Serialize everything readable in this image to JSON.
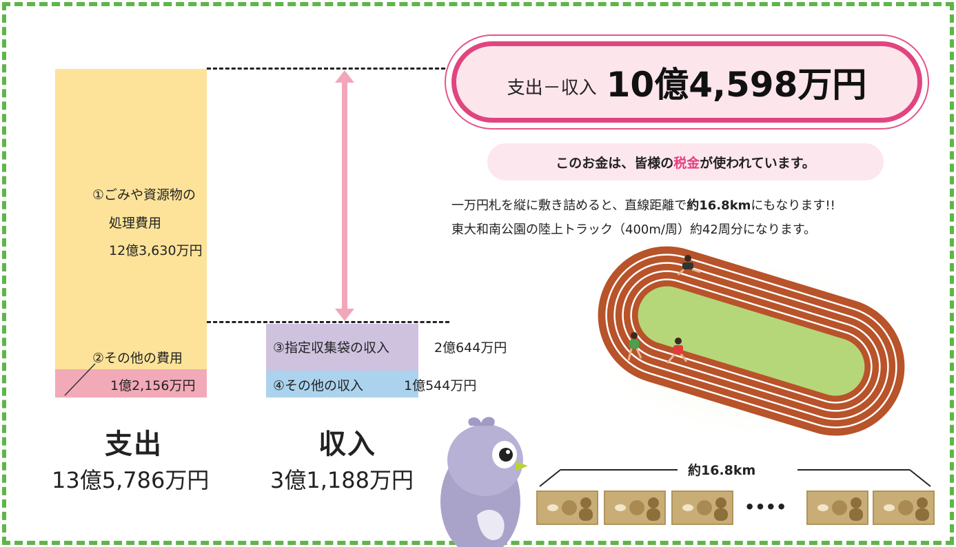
{
  "headline": {
    "prefix": "支出－収入",
    "amount": "10億4,598万円"
  },
  "tax_note": {
    "before": "このお金は、皆様の",
    "highlight": "税金",
    "after": "が使われています。"
  },
  "description": {
    "line1_prefix": "一万円札を縦に敷き詰めると、直線距離で",
    "line1_strong": "約16.8km",
    "line1_suffix": "にもなります!!",
    "line2": "東大和南公園の陸上トラック（400m/周）約42周分になります。"
  },
  "expenditure": {
    "label": "支出",
    "total": "13億5,786万円",
    "items": [
      {
        "label_line1": "①ごみや資源物の",
        "label_line2": "処理費用",
        "amount": "12億3,630万円",
        "value_man_yen": 123630
      },
      {
        "label_line1": "②その他の費用",
        "amount": "1億2,156万円",
        "value_man_yen": 12156
      }
    ]
  },
  "revenue": {
    "label": "収入",
    "total": "3億1,188万円",
    "items": [
      {
        "label": "③指定収集袋の収入",
        "amount": "2億644万円",
        "value_man_yen": 20644
      },
      {
        "label": "④その他の収入",
        "amount": "1億544万円",
        "value_man_yen": 10544
      }
    ]
  },
  "distance": {
    "label": "約16.8km",
    "dots": "••••"
  },
  "colors": {
    "frame": "#5fb548",
    "bar_processing": "#fde399",
    "bar_other_cost": "#f2aab8",
    "bar_bags": "#cfc2df",
    "bar_other_income": "#acd3ee",
    "arrow": "#f2a6ba",
    "headline_border": "#e0457f",
    "headline_fill": "#fde5ec",
    "tax_highlight": "#e43f82",
    "track": "#b8532a",
    "field": "#b6d67a"
  }
}
